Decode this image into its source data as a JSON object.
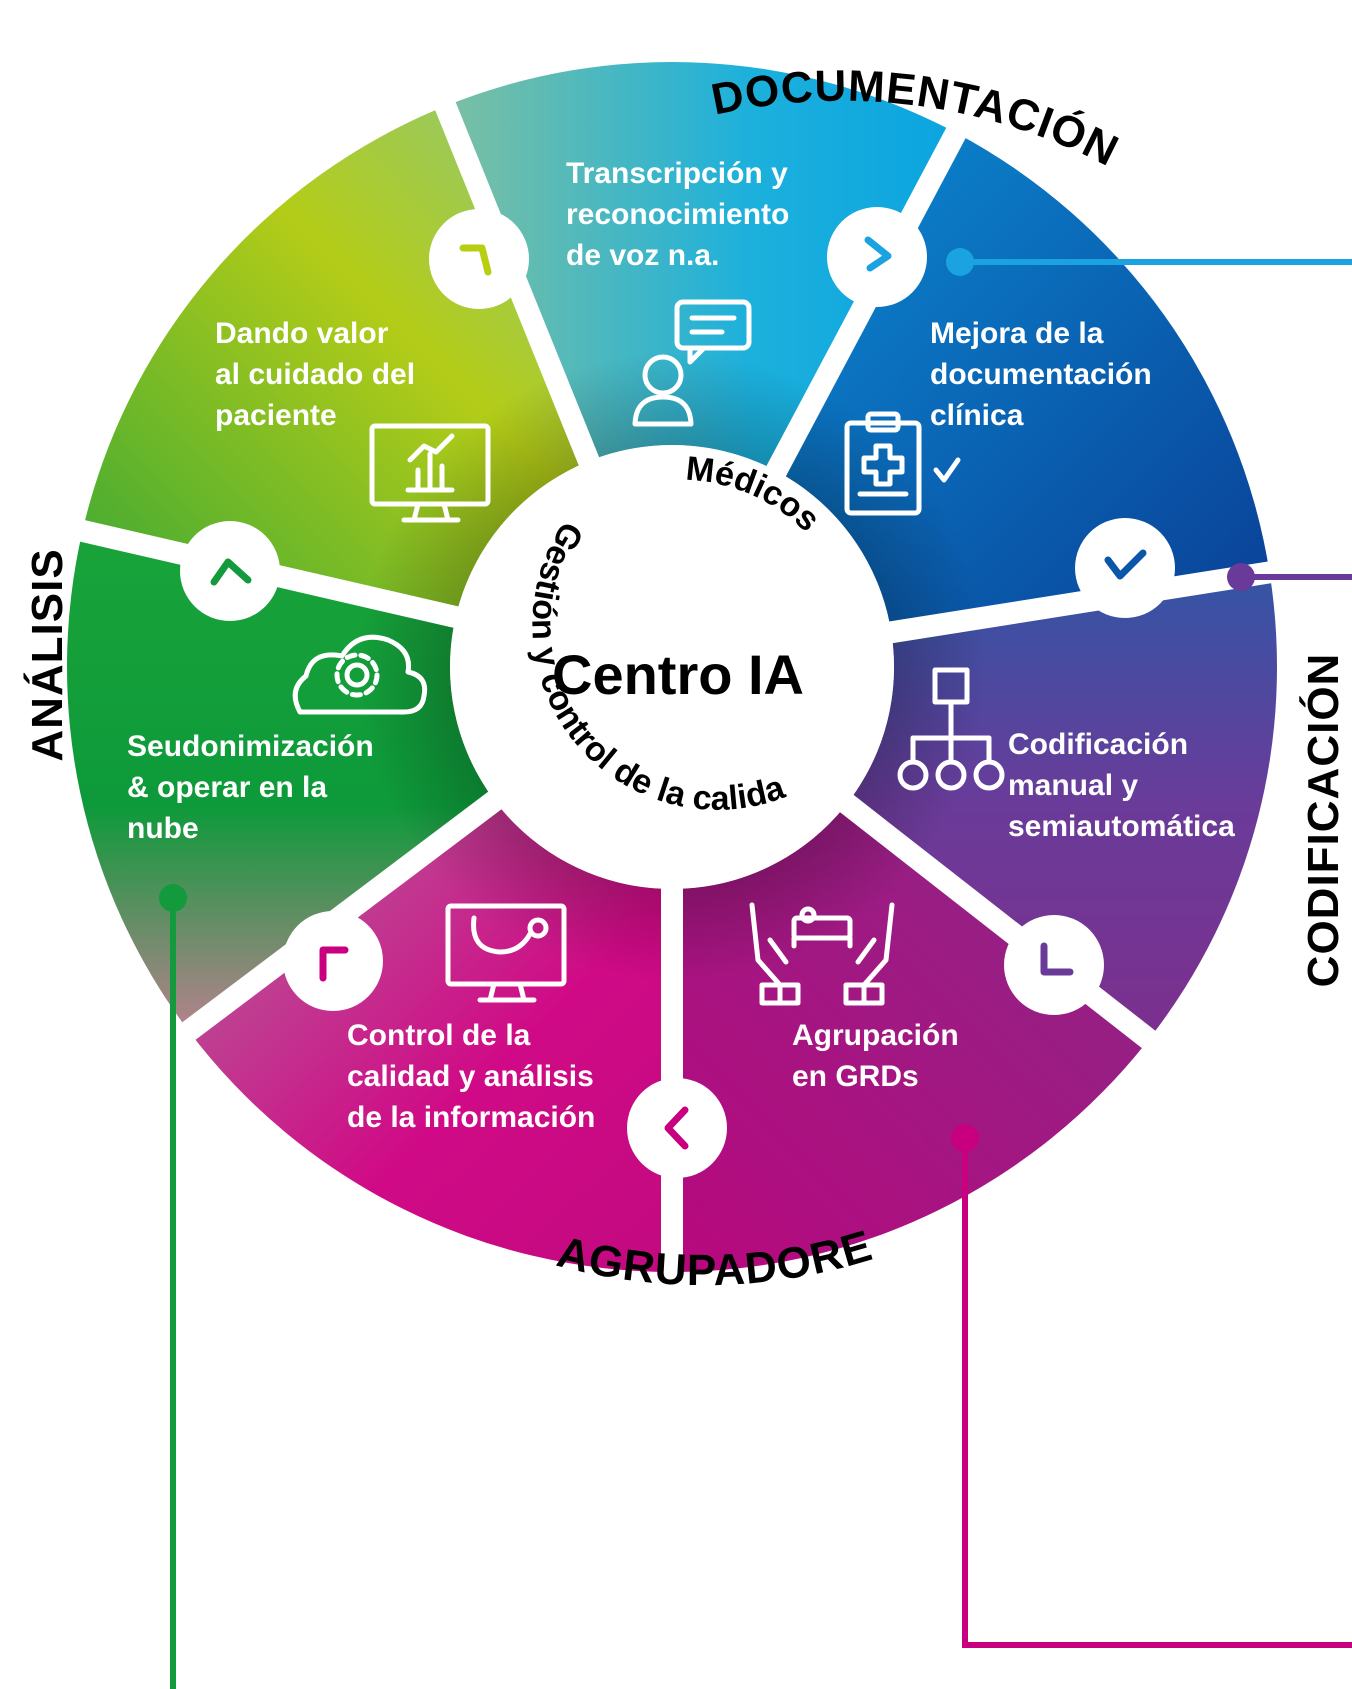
{
  "center": {
    "title": "Centro IA"
  },
  "inner_ring": {
    "medicos": "Médicos",
    "gestion": "Gestión y control de la calidad"
  },
  "outer_labels": {
    "documentacion": "DOCUMENTACIÓN",
    "codificacion": "CODIFICACIÓN",
    "agrupadores": "AGRUPADORES",
    "analisis": "ANÁLISIS"
  },
  "segments": [
    {
      "id": "transcripcion",
      "lines": [
        "Transcripción y",
        "reconocimiento",
        "de voz n.a."
      ],
      "icon": "chat-user-icon"
    },
    {
      "id": "mejora-documentacion",
      "lines": [
        "Mejora de la",
        "documentación",
        "clínica"
      ],
      "icon": "clipboard-check-icon"
    },
    {
      "id": "codificacion",
      "lines": [
        "Codificación",
        "manual y",
        "semiautomática"
      ],
      "icon": "hierarchy-icon"
    },
    {
      "id": "agrupacion",
      "lines": [
        "Agrupación",
        "en GRDs"
      ],
      "icon": "hands-bed-icon"
    },
    {
      "id": "control-calidad",
      "lines": [
        "Control de la",
        "calidad y análisis",
        "de la información"
      ],
      "icon": "monitor-stethoscope-icon"
    },
    {
      "id": "seudonimizacion",
      "lines": [
        "Seudonimización",
        "& operar en la",
        "nube"
      ],
      "icon": "cloud-gear-icon"
    },
    {
      "id": "dando-valor",
      "lines": [
        "Dando valor",
        "al cuidado del",
        "paciente"
      ],
      "icon": "monitor-chart-icon"
    }
  ],
  "colors": {
    "documentacion": "#1aa3e0",
    "codificacion": "#6a3a9a",
    "agrupadores": "#c8007f",
    "analisis": "#139a3c",
    "lime": "#b7cf10",
    "dark_blue": "#0a56a8"
  }
}
